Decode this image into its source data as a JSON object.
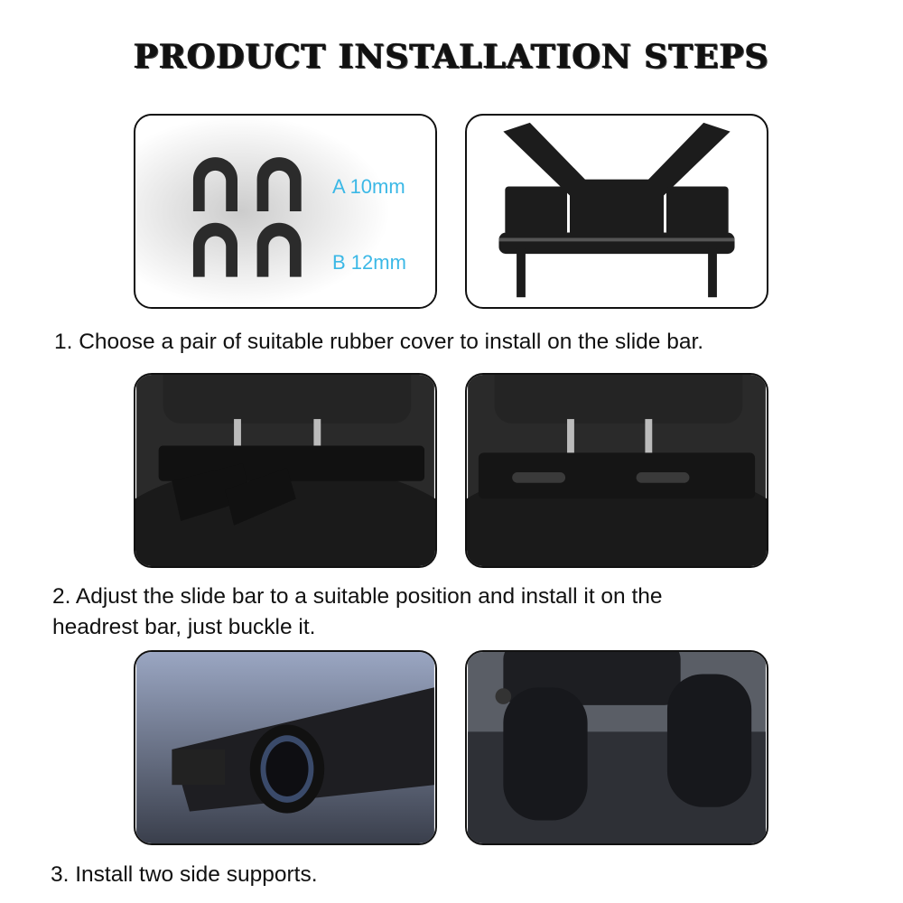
{
  "title": "PRODUCT INSTALLATION STEPS",
  "step1": {
    "caption": "1. Choose a pair of suitable rubber cover to install on the slide bar.",
    "size_a": "A 10mm",
    "size_b": "B 12mm"
  },
  "step2": {
    "caption_line1": "2. Adjust the slide bar to a suitable position and install it on the",
    "caption_line2": "headrest bar, just buckle it."
  },
  "step3": {
    "caption": "3. Install two side supports."
  },
  "colors": {
    "label_accent": "#3bb8e6",
    "border": "#111111",
    "product": "#1c1c1c"
  }
}
